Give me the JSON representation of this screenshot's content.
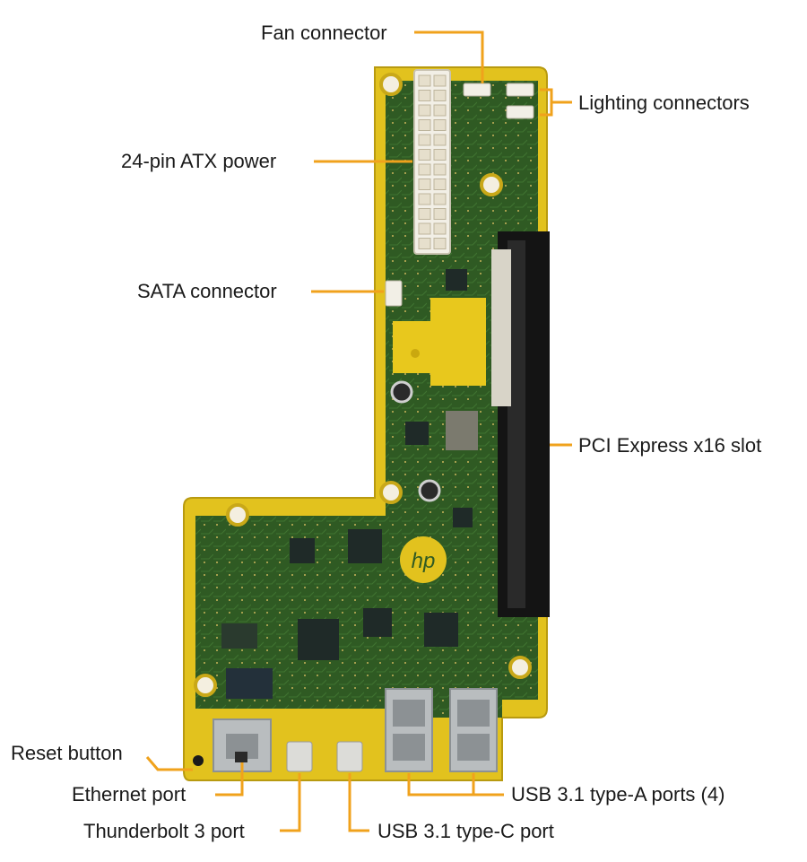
{
  "colors": {
    "leader": "#f0a21c",
    "board_frame": "#e2c21e",
    "pcb_green": "#2f5a23",
    "pcb_green_light": "#3d6e2c",
    "chip": "#1f2a28",
    "connector_white": "#f2efe6",
    "metal": "#b9bdbf",
    "slot_black": "#141414",
    "heat_pad": "#e8c81d"
  },
  "labels": {
    "fan_connector": "Fan connector",
    "lighting_connectors": "Lighting connectors",
    "atx_power": "24-pin ATX power",
    "sata_connector": "SATA connector",
    "pcie_slot": "PCI Express x16 slot",
    "reset_button": "Reset button",
    "ethernet_port": "Ethernet port",
    "thunderbolt_port": "Thunderbolt 3 port",
    "usb_typec_port": "USB 3.1 type-C port",
    "usb_typea_ports": "USB 3.1 type-A ports (4)"
  },
  "board": {
    "logo_text": "hp"
  }
}
